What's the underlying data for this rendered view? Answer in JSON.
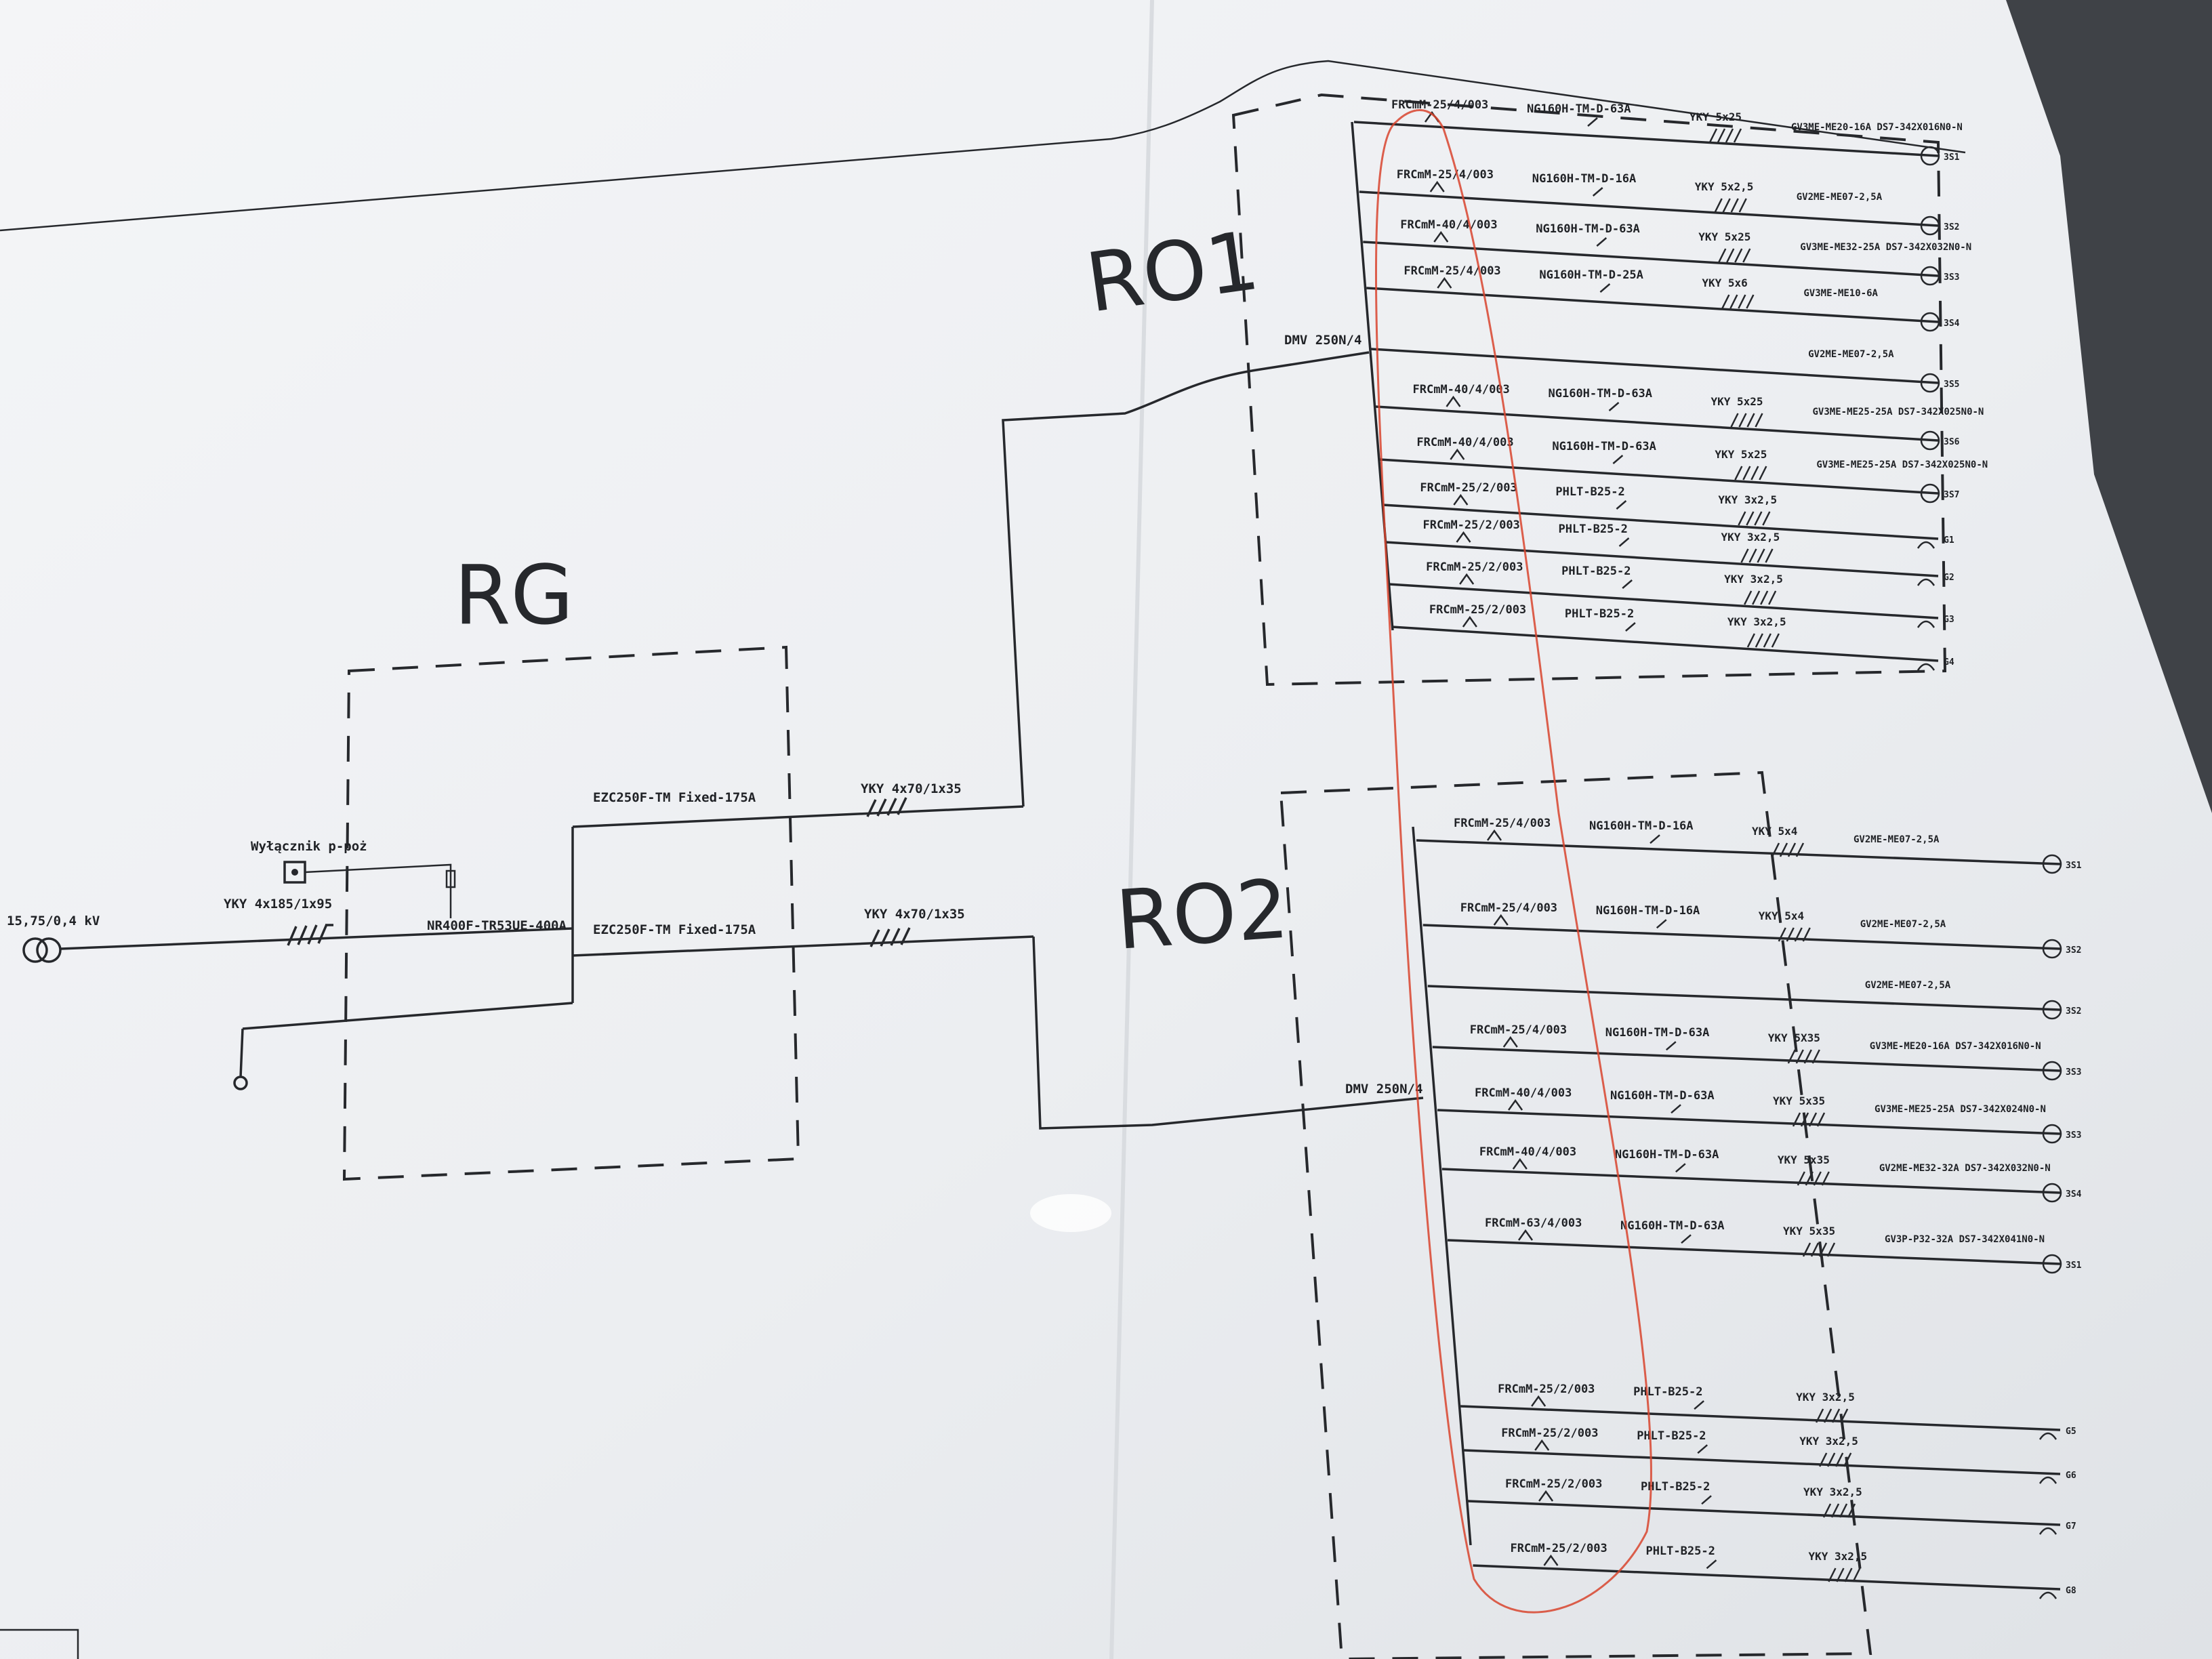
{
  "colors": {
    "paper": "#f1f2f4",
    "ink": "#26282c",
    "pen": "#d8442e"
  },
  "rg": {
    "title": "RG",
    "source_label": "15,75/0,4 kV",
    "main_cable": "YKY 4x185/1x95",
    "fire_switch": "Wyłącznik p-poż",
    "main_breaker": "NR400F-TR53UE-400A",
    "breaker_1": "EZC250F-TM Fixed-175A",
    "breaker_2": "EZC250F-TM Fixed-175A",
    "cable_1": "YKY 4x70/1x35",
    "cable_2": "YKY 4x70/1x35"
  },
  "ro1": {
    "title": "RO1",
    "main": "DMV 250N/4",
    "rows": [
      {
        "rcd": "FRCmM-25/4/003",
        "mcb": "NG160H-TM-D-63A",
        "cable": "YKY 5x25",
        "starter": "GV3ME-ME20-16A DS7-342X016N0-N",
        "load": "3S1"
      },
      {
        "rcd": "FRCmM-25/4/003",
        "mcb": "NG160H-TM-D-16A",
        "cable": "YKY 5x2,5",
        "starter": "GV2ME-ME07-2,5A",
        "load": "3S2"
      },
      {
        "rcd": "FRCmM-40/4/003",
        "mcb": "NG160H-TM-D-63A",
        "cable": "YKY 5x25",
        "starter": "GV3ME-ME32-25A DS7-342X032N0-N",
        "load": "3S3"
      },
      {
        "rcd": "FRCmM-25/4/003",
        "mcb": "NG160H-TM-D-25A",
        "cable": "YKY 5x6",
        "starter": "GV3ME-ME10-6A",
        "load": "3S4"
      },
      {
        "rcd": "",
        "mcb": "",
        "cable": "",
        "starter": "GV2ME-ME07-2,5A",
        "load": "3S5"
      },
      {
        "rcd": "FRCmM-40/4/003",
        "mcb": "NG160H-TM-D-63A",
        "cable": "YKY 5x25",
        "starter": "GV3ME-ME25-25A DS7-342X025N0-N",
        "load": "3S6"
      },
      {
        "rcd": "FRCmM-40/4/003",
        "mcb": "NG160H-TM-D-63A",
        "cable": "YKY 5x25",
        "starter": "GV3ME-ME25-25A DS7-342X025N0-N",
        "load": "3S7"
      },
      {
        "rcd": "FRCmM-25/2/003",
        "mcb": "PHLT-B25-2",
        "cable": "YKY 3x2,5",
        "starter": "",
        "load": "G1"
      },
      {
        "rcd": "FRCmM-25/2/003",
        "mcb": "PHLT-B25-2",
        "cable": "YKY 3x2,5",
        "starter": "",
        "load": "G2"
      },
      {
        "rcd": "FRCmM-25/2/003",
        "mcb": "PHLT-B25-2",
        "cable": "YKY 3x2,5",
        "starter": "",
        "load": "G3"
      },
      {
        "rcd": "FRCmM-25/2/003",
        "mcb": "PHLT-B25-2",
        "cable": "YKY 3x2,5",
        "starter": "",
        "load": "G4"
      }
    ]
  },
  "ro2": {
    "title": "RO2",
    "main": "DMV 250N/4",
    "rows": [
      {
        "rcd": "FRCmM-25/4/003",
        "mcb": "NG160H-TM-D-16A",
        "cable": "YKY 5x4",
        "starter": "GV2ME-ME07-2,5A",
        "load": "3S1"
      },
      {
        "rcd": "FRCmM-25/4/003",
        "mcb": "NG160H-TM-D-16A",
        "cable": "YKY 5x4",
        "starter": "GV2ME-ME07-2,5A",
        "load": "3S2"
      },
      {
        "rcd": "",
        "mcb": "",
        "cable": "",
        "starter": "GV2ME-ME07-2,5A",
        "load": "3S2"
      },
      {
        "rcd": "FRCmM-25/4/003",
        "mcb": "NG160H-TM-D-63A",
        "cable": "YKY 5X35",
        "starter": "GV3ME-ME20-16A DS7-342X016N0-N",
        "load": "3S3"
      },
      {
        "rcd": "FRCmM-40/4/003",
        "mcb": "NG160H-TM-D-63A",
        "cable": "YKY 5x35",
        "starter": "GV3ME-ME25-25A DS7-342X024N0-N",
        "load": "3S3"
      },
      {
        "rcd": "FRCmM-40/4/003",
        "mcb": "NG160H-TM-D-63A",
        "cable": "YKY 5x35",
        "starter": "GV2ME-ME32-32A DS7-342X032N0-N",
        "load": "3S4"
      },
      {
        "rcd": "FRCmM-63/4/003",
        "mcb": "NG160H-TM-D-63A",
        "cable": "YKY 5x35",
        "starter": "GV3P-P32-32A DS7-342X041N0-N",
        "load": "3S1"
      },
      {
        "rcd": "FRCmM-25/2/003",
        "mcb": "PHLT-B25-2",
        "cable": "YKY 3x2,5",
        "starter": "",
        "load": "G5"
      },
      {
        "rcd": "FRCmM-25/2/003",
        "mcb": "PHLT-B25-2",
        "cable": "YKY 3x2,5",
        "starter": "",
        "load": "G6"
      },
      {
        "rcd": "FRCmM-25/2/003",
        "mcb": "PHLT-B25-2",
        "cable": "YKY 3x2,5",
        "starter": "",
        "load": "G7"
      },
      {
        "rcd": "FRCmM-25/2/003",
        "mcb": "PHLT-B25-2",
        "cable": "YKY 3x2,5",
        "starter": "",
        "load": "G8"
      }
    ]
  }
}
